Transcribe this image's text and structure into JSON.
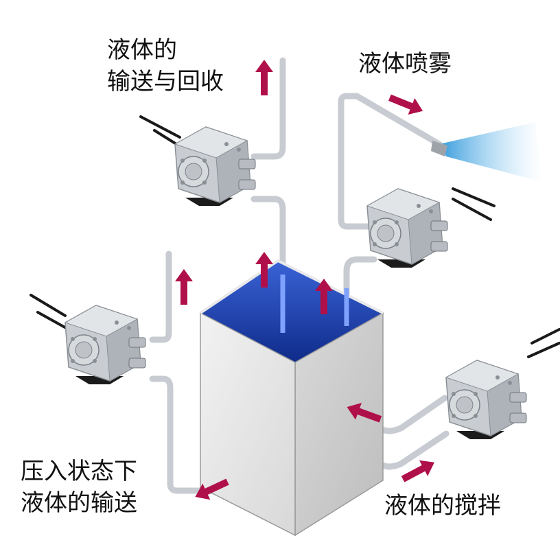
{
  "labels": {
    "top_left": {
      "line1": "液体的",
      "line2": "输送与回收"
    },
    "top_right": {
      "line1": "液体喷雾"
    },
    "bottom_left": {
      "line1": "压入状态下",
      "line2": "液体的输送"
    },
    "bottom_right": {
      "line1": "液体的搅拌"
    }
  },
  "colors": {
    "arrow": "#b0104a",
    "liquid": "#1c3fb0",
    "pipe": "#c8ccd2",
    "tank_front": "#e6e6e6",
    "tank_side": "#cfcfcf",
    "spray": "#38a9e6",
    "pump_body": "#c2c6cb",
    "cable": "#1a1a1a"
  },
  "icons": [
    "pump-icon",
    "arrow-icon",
    "spray-nozzle-icon"
  ]
}
